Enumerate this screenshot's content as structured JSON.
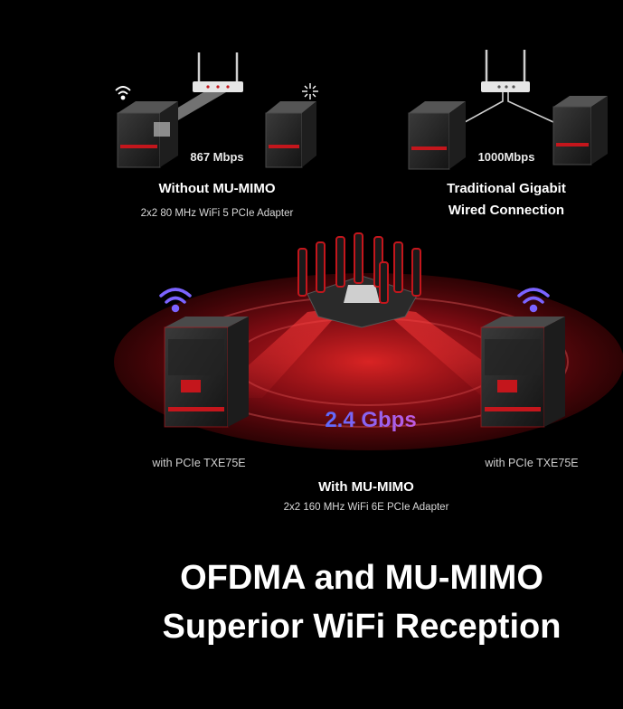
{
  "top_left": {
    "speed": "867 Mbps",
    "title": "Without MU-MIMO",
    "subtitle": "2x2 80 MHz WiFi 5 PCIe Adapter",
    "icons": [
      "wifi-icon",
      "sparkle-icon",
      "router-icon",
      "pc-tower-icon"
    ]
  },
  "top_right": {
    "speed": "1000Mbps",
    "title_line1": "Traditional Gigabit",
    "title_line2": "Wired Connection",
    "icons": [
      "router-icon",
      "pc-tower-icon",
      "ethernet-cable-icon"
    ]
  },
  "main": {
    "speed": "2.4 Gbps",
    "left_label": "with PCIe TXE75E",
    "right_label": "with PCIe TXE75E",
    "title": "With MU-MIMO",
    "subtitle": "2x2 160 MHz WiFi 6E PCIe Adapter",
    "colors": {
      "accent_red": "#c4161c",
      "speed_gradient_start": "#5b6bff",
      "speed_gradient_end": "#c25be0"
    }
  },
  "headline": {
    "line1": "OFDMA and MU-MIMO",
    "line2": "Superior WiFi Reception"
  }
}
